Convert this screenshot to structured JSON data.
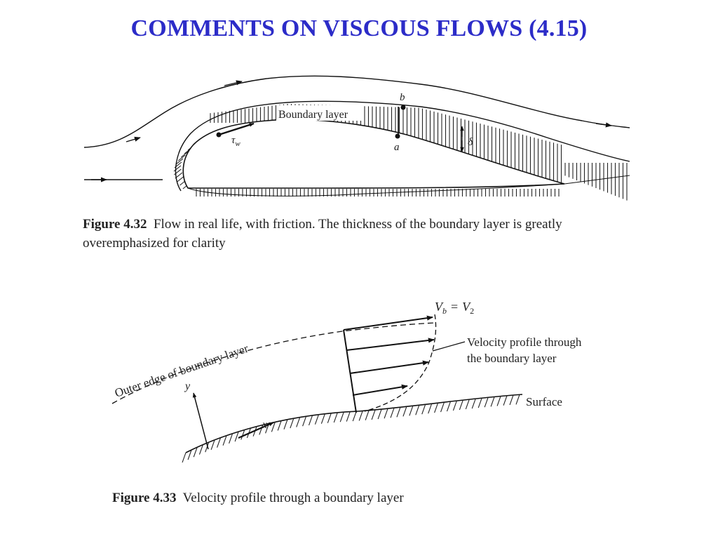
{
  "title": "COMMENTS ON VISCOUS FLOWS (4.15)",
  "title_color": "#2c2cc8",
  "figure1": {
    "number": "Figure 4.32",
    "caption_line1": "Flow in real life, with friction. The thickness of the boundary layer is greatly",
    "caption_line2": "overemphasized for clarity",
    "label_boundary_layer": "Boundary layer",
    "label_tau": "τ",
    "label_tau_sub": "w",
    "label_b": "b",
    "label_a": "a",
    "label_delta": "δ"
  },
  "figure2": {
    "number": "Figure 4.33",
    "caption": "Velocity profile through a boundary layer",
    "label_vb": "V",
    "label_vb_sub": "b",
    "label_eq": "=",
    "label_v2": "V",
    "label_v2_sub": "2",
    "label_profile_line1": "Velocity profile through",
    "label_profile_line2": "the boundary layer",
    "label_surface": "Surface",
    "label_outer_edge": "Outer edge of boundary layer",
    "label_y": "y",
    "label_x": "x"
  }
}
